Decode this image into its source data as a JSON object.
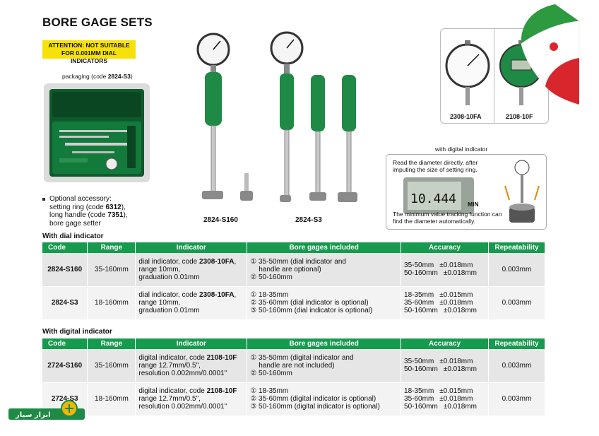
{
  "title": "BORE GAGE SETS",
  "attention": [
    "ATTENTION: NOT SUITABLE",
    "FOR 0.001MM DIAL INDICATORS"
  ],
  "packaging": {
    "prefix": "packaging (code ",
    "code": "2824-S3",
    "suffix": ")"
  },
  "accessory": {
    "l1": "Optional accessory:",
    "l2_prefix": "setting ring (code ",
    "l2_code": "6312",
    "l2_suffix": "),",
    "l3_prefix": "long handle (code ",
    "l3_code": "7351",
    "l3_suffix": "),",
    "l4": "bore gage setter"
  },
  "product_labels": {
    "a": "2824-S160",
    "b": "2824-S3"
  },
  "indicators": {
    "dial": "2308-10FA",
    "digital": "2108-10F"
  },
  "with_digital": {
    "caption": "with digital indicator",
    "text1": "Read the diameter directly, after imputing the size of setting ring.",
    "min": "MIN",
    "text2": "The minimum value tracking function can find the diameter automatically.",
    "display": "10.444"
  },
  "section_dial": "With dial indicator",
  "section_digital": "With digital indicator",
  "headers": [
    "Code",
    "Range",
    "Indicator",
    "Bore gages included",
    "Accuracy",
    "Repeatability"
  ],
  "dial_rows": [
    {
      "code": "2824-S160",
      "range": "35-160mm",
      "ind1_pre": "dial indicator, code ",
      "ind1_code": "2308-10FA",
      "ind1_post": ",",
      "ind2": "range 10mm,",
      "ind3": "graduation 0.01mm",
      "bore1": "① 35-50mm (dial indicator and",
      "bore2": "handle are optional)",
      "bore3": "② 50-160mm",
      "acc": [
        [
          "35-50mm",
          "±0.018mm"
        ],
        [
          "50-160mm",
          "±0.018mm"
        ]
      ],
      "rep": "0.003mm"
    },
    {
      "code": "2824-S3",
      "range": "18-160mm",
      "ind1_pre": "dial indicator, code ",
      "ind1_code": "2308-10FA",
      "ind1_post": ",",
      "ind2": "range 10mm,",
      "ind3": "graduation 0.01mm",
      "bore1": "① 18-35mm",
      "bore2": "② 35-60mm (dial indicator is optional)",
      "bore3": "③ 50-160mm (dial indicator is optional)",
      "acc": [
        [
          "18-35mm",
          "±0.015mm"
        ],
        [
          "35-60mm",
          "±0.018mm"
        ],
        [
          "50-160mm",
          "±0.018mm"
        ]
      ],
      "rep": "0.003mm"
    }
  ],
  "digital_rows": [
    {
      "code": "2724-S160",
      "range": "35-160mm",
      "ind1_pre": "digital indicator, code ",
      "ind1_code": "2108-10F",
      "ind2": "range 12.7mm/0.5\",",
      "ind3": "resolution 0.002mm/0.0001\"",
      "bore1": "① 35-50mm (digital indicator and",
      "bore2": "handle are not included)",
      "bore3": "② 50-160mm",
      "acc": [
        [
          "35-50mm",
          "±0.018mm"
        ],
        [
          "50-160mm",
          "±0.018mm"
        ]
      ],
      "rep": "0.003mm"
    },
    {
      "code": "2724-S3",
      "range": "18-160mm",
      "ind1_pre": "digital indicator, code ",
      "ind1_code": "2108-10F",
      "ind2": "range 12.7mm/0.5\",",
      "ind3": "resolution 0.002mm/0.0001\"",
      "bore1": "① 18-35mm",
      "bore2": "② 35-60mm (digital indicator is optional)",
      "bore3": "③ 50-160mm (digital indicator is optional)",
      "acc": [
        [
          "18-35mm",
          "±0.015mm"
        ],
        [
          "35-60mm",
          "±0.018mm"
        ],
        [
          "50-160mm",
          "±0.018mm"
        ]
      ],
      "rep": "0.003mm"
    }
  ],
  "logo_text": "ابزار سیار",
  "colors": {
    "header_green": "#169a4d",
    "attention_yellow": "#f6e20a",
    "row_grey": "#e6e6e6"
  }
}
